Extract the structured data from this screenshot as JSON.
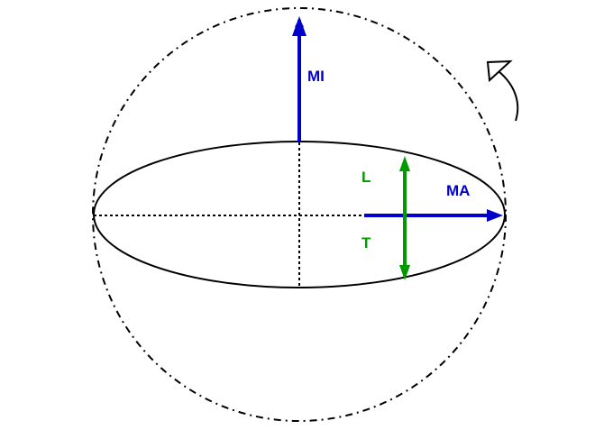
{
  "labels": {
    "minor_axis": "MI",
    "major_axis": "MA",
    "longitudinal": "L",
    "transverse": "T"
  },
  "colors": {
    "axis_arrow": "#0000cc",
    "force_arrow": "#009900",
    "outline": "#000000",
    "background": "#ffffff"
  },
  "icons": {
    "rotation": "curved-arrow-counterclockwise-icon"
  }
}
